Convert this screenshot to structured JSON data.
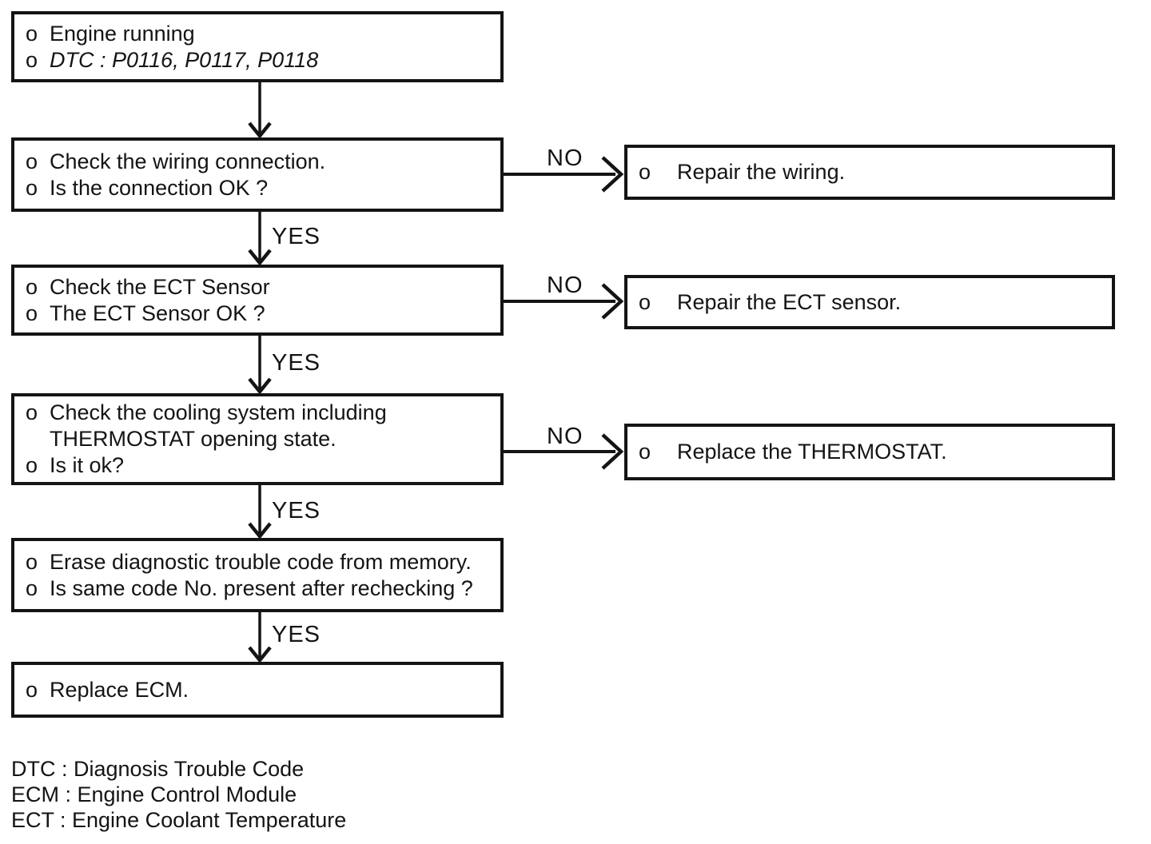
{
  "colors": {
    "ink": "#141414",
    "background": "#ffffff"
  },
  "flowchart": {
    "labels": {
      "yes": "YES",
      "no": "NO"
    },
    "main_boxes": [
      {
        "lines": [
          {
            "bullet": "o",
            "text": "Engine running"
          },
          {
            "bullet": "o",
            "text": "DTC : P0116, P0117, P0118"
          }
        ]
      },
      {
        "lines": [
          {
            "bullet": "o",
            "text": "Check the wiring connection."
          },
          {
            "bullet": "o",
            "text": "Is the connection OK ?"
          }
        ]
      },
      {
        "lines": [
          {
            "bullet": "o",
            "text": "Check the ECT Sensor"
          },
          {
            "bullet": "o",
            "text": "The ECT Sensor OK ?"
          }
        ]
      },
      {
        "lines": [
          {
            "bullet": "o",
            "text": "Check the cooling system including"
          },
          {
            "bullet": "",
            "text": "THERMOSTAT opening state."
          },
          {
            "bullet": "o",
            "text": "Is it ok?"
          }
        ]
      },
      {
        "lines": [
          {
            "bullet": "o",
            "text": "Erase diagnostic trouble code from memory."
          },
          {
            "bullet": "o",
            "text": "Is same code No. present after rechecking ?"
          }
        ]
      },
      {
        "lines": [
          {
            "bullet": "o",
            "text": "Replace ECM."
          }
        ]
      }
    ],
    "action_boxes": [
      {
        "lines": [
          {
            "bullet": "o",
            "text": "Repair the wiring."
          }
        ]
      },
      {
        "lines": [
          {
            "bullet": "o",
            "text": "Repair the ECT sensor."
          }
        ]
      },
      {
        "lines": [
          {
            "bullet": "o",
            "text": "Replace the THERMOSTAT."
          }
        ]
      }
    ]
  },
  "legend": {
    "items": [
      "DTC : Diagnosis Trouble Code",
      "ECM : Engine Control Module",
      "ECT : Engine Coolant Temperature"
    ]
  }
}
